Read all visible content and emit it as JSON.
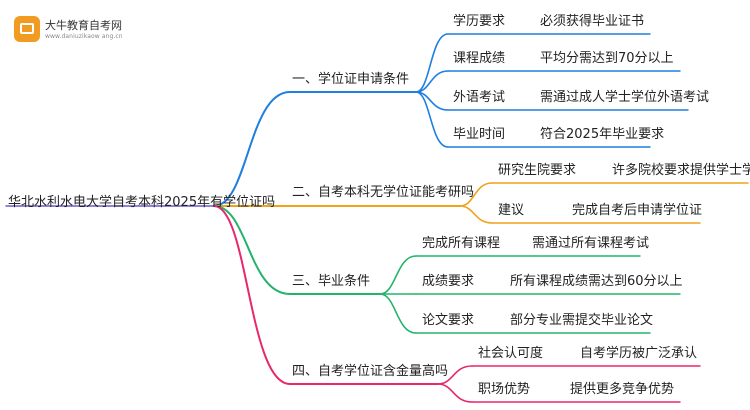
{
  "logo": {
    "name": "大牛教育自考网",
    "url": "www.daniuzikaow ang.cn"
  },
  "colors": {
    "branch1": "#1e7fe0",
    "branch2": "#f0a21a",
    "branch3": "#24b36b",
    "branch4": "#e8276d"
  },
  "root": "华北水利水电大学自考本科2025年有学位证吗",
  "branches": [
    {
      "label": "一、学位证申请条件",
      "children": [
        {
          "label": "学历要求",
          "detail": "必须获得毕业证书"
        },
        {
          "label": "课程成绩",
          "detail": "平均分需达到70分以上"
        },
        {
          "label": "外语考试",
          "detail": "需通过成人学士学位外语考试"
        },
        {
          "label": "毕业时间",
          "detail": "符合2025年毕业要求"
        }
      ]
    },
    {
      "label": "二、自考本科无学位证能考研吗",
      "children": [
        {
          "label": "研究生院要求",
          "detail": "许多院校要求提供学士学位证"
        },
        {
          "label": "建议",
          "detail": "完成自考后申请学位证"
        }
      ]
    },
    {
      "label": "三、毕业条件",
      "children": [
        {
          "label": "完成所有课程",
          "detail": "需通过所有课程考试"
        },
        {
          "label": "成绩要求",
          "detail": "所有课程成绩需达到60分以上"
        },
        {
          "label": "论文要求",
          "detail": "部分专业需提交毕业论文"
        }
      ]
    },
    {
      "label": "四、自考学位证含金量高吗",
      "children": [
        {
          "label": "社会认可度",
          "detail": "自考学历被广泛承认"
        },
        {
          "label": "职场优势",
          "detail": "提供更多竞争优势"
        }
      ]
    }
  ]
}
